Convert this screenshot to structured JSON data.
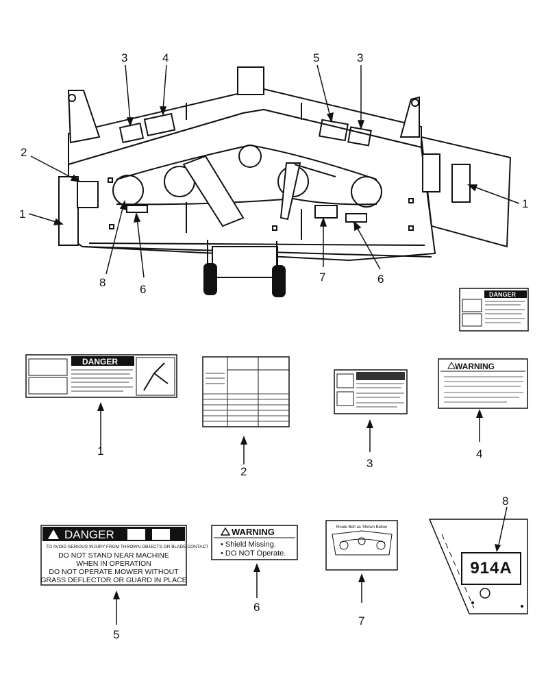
{
  "callouts": {
    "top": [
      "3",
      "4",
      "5",
      "3",
      "2",
      "1",
      "1",
      "8",
      "6",
      "7",
      "6"
    ],
    "decals": [
      "1",
      "2",
      "3",
      "4",
      "5",
      "6",
      "7",
      "8"
    ]
  },
  "decal1": {
    "header": "DANGER"
  },
  "decal4": {
    "header": "WARNING"
  },
  "decal5": {
    "header": "DANGER",
    "lines": [
      "TO AVOID SERIOUS INJURY FROM THROWN OBJECTS OR BLADE CONTACT",
      "DO NOT STAND NEAR MACHINE",
      "WHEN IN OPERATION",
      "DO NOT OPERATE MOWER WITHOUT",
      "GRASS DEFLECTOR OR GUARD IN PLACE"
    ]
  },
  "decal6": {
    "header": "WARNING",
    "lines": [
      "• Shield Missing.",
      "• DO NOT Operate."
    ]
  },
  "decal7": {
    "title": "Route Belt as Shown Below"
  },
  "decal8": {
    "code": "914A"
  },
  "small_decal": {
    "header": "DANGER"
  }
}
